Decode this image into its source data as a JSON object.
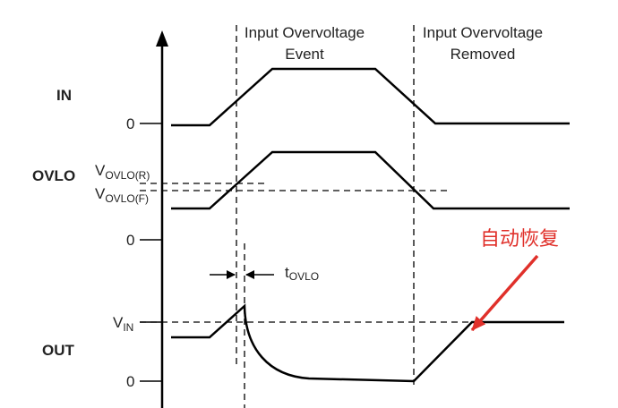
{
  "labels": {
    "event": [
      "Input Overvoltage",
      "Event"
    ],
    "removed": [
      "Input Overvoltage",
      "Removed"
    ],
    "in_signal": "IN",
    "ovlo_signal": "OVLO",
    "out_signal": "OUT",
    "zero": "0",
    "vovlo_r_main": "V",
    "vovlo_r_sub": "OVLO(R)",
    "vovlo_f_main": "V",
    "vovlo_f_sub": "OVLO(F)",
    "tovlo_main": "t",
    "tovlo_sub": "OVLO",
    "vin_main": "V",
    "vin_sub": "IN",
    "auto_recover": "自动恢复"
  },
  "colors": {
    "line": "#000000",
    "annotation": "#e0302a"
  }
}
